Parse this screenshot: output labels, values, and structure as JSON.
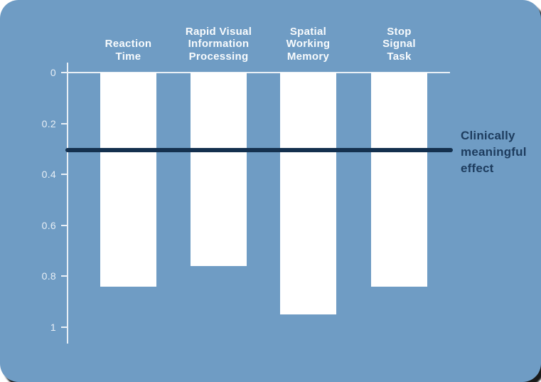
{
  "card": {
    "page_background": "#ffffff",
    "background": "#6f9cc4",
    "corner_shadow": "rgba(0,0,0,0.9)"
  },
  "chart_data": {
    "type": "bar",
    "orientation": "columns-extending-downward",
    "categories": [
      "Reaction Time",
      "Rapid Visual Information Processing",
      "Spatial Working Memory",
      "Stop Signal Task"
    ],
    "values": [
      0.84,
      0.76,
      0.95,
      0.84
    ],
    "bar_color": "#ffffff",
    "background": "#6f9cc4",
    "grid": false,
    "legend": false,
    "value_axis": {
      "side": "left",
      "inverted": true,
      "range": [
        0,
        1.07
      ],
      "ticks": [
        0,
        0.2,
        0.4,
        0.6,
        0.8,
        1
      ],
      "tick_labels": [
        "0",
        "0.2",
        "0.4",
        "0.6",
        "0.8",
        "1"
      ],
      "color": "#e8eff6"
    },
    "threshold_line": {
      "value": 0.3,
      "color": "#14304e",
      "label": "Clinically meaningful effect"
    }
  },
  "column_headers": [
    {
      "lines": [
        "Reaction",
        "Time"
      ]
    },
    {
      "lines": [
        "Rapid Visual",
        "Information",
        "Processing"
      ]
    },
    {
      "lines": [
        "Spatial",
        "Working",
        "Memory"
      ]
    },
    {
      "lines": [
        "Stop",
        "Signal",
        "Task"
      ]
    }
  ],
  "annotation": {
    "lines": [
      "Clinically",
      "meaningful",
      "effect"
    ],
    "color": "#1d3c5e"
  }
}
